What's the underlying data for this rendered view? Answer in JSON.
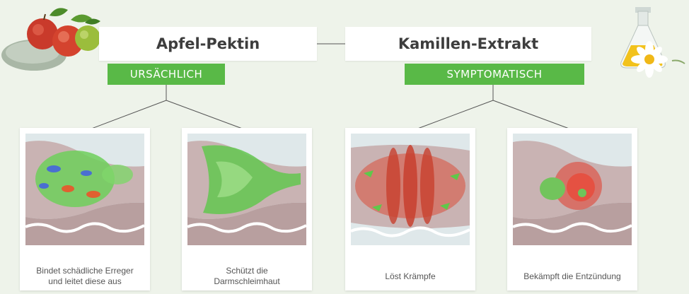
{
  "left_group": {
    "title": "Apfel-Pektin",
    "badge": "URSÄCHLICH",
    "icon": "apple-icon"
  },
  "right_group": {
    "title": "Kamillen-Extrakt",
    "badge": "SYMPTOMATISCH",
    "icon": "chamomile-icon"
  },
  "cards": [
    {
      "caption": "Bindet schädliche Erreger\nund leitet diese aus",
      "icon": "intestine-binding-illustration"
    },
    {
      "caption": "Schützt die\nDarmschleimhaut",
      "icon": "intestine-protection-illustration"
    },
    {
      "caption": "Löst Krämpfe",
      "icon": "intestine-spasm-illustration"
    },
    {
      "caption": "Bekämpft die Entzündung",
      "icon": "intestine-inflammation-illustration"
    }
  ],
  "colors": {
    "background": "#eef3ea",
    "badge": "#59b947",
    "title_text": "#3d3d3d",
    "caption_text": "#555555",
    "connector": "#555555"
  }
}
